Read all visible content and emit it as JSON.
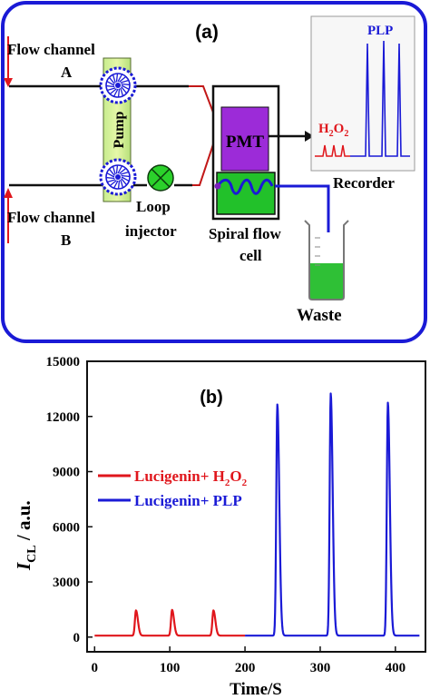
{
  "panel_a": {
    "label": "(a)",
    "flow_channel_a": {
      "line1": "Flow channel",
      "line2": "A"
    },
    "flow_channel_b": {
      "line1": "Flow channel",
      "line2": "B"
    },
    "pump": "Pump",
    "loop_injector": {
      "line1": "Loop",
      "line2": "injector"
    },
    "pmt": "PMT",
    "spiral_flow_cell": {
      "line1": "Spiral flow",
      "line2": "cell"
    },
    "waste": "Waste",
    "recorder": "Recorder",
    "recorder_plp": "PLP",
    "recorder_h2o2": {
      "h": "H",
      "sub1": "2",
      "o": "O",
      "sub2": "2"
    },
    "colors": {
      "frame": "#1a1ad6",
      "h2o2": "#e0161c",
      "plp": "#1a1ad6",
      "pmt": "#9c2bd8",
      "cell": "#22c12a",
      "injector": "#2bd12b"
    }
  },
  "panel_b": {
    "label": "(b)",
    "legend": {
      "h2o2_prefix": "Lucigenin+ H",
      "h2o2_sub1": "2",
      "h2o2_mid": "O",
      "h2o2_sub2": "2",
      "plp": "Lucigenin+ PLP"
    },
    "y_label_main": "I",
    "y_label_sub": "CL",
    "y_label_unit": " / a.u.",
    "x_label": "Time/S",
    "x_ticks": [
      "0",
      "100",
      "200",
      "300",
      "400"
    ],
    "y_ticks": [
      "0",
      "3000",
      "6000",
      "9000",
      "12000",
      "15000"
    ]
  },
  "chart_data": {
    "type": "line",
    "xlabel": "Time/S",
    "ylabel": "I_CL / a.u.",
    "xlim": [
      -10,
      440
    ],
    "ylim": [
      -800,
      15000
    ],
    "x_ticks": [
      0,
      100,
      200,
      300,
      400
    ],
    "y_ticks": [
      0,
      3000,
      6000,
      9000,
      12000,
      15000
    ],
    "legend_position": "left-middle",
    "series": [
      {
        "name": "Lucigenin+ H2O2",
        "color": "#e0161c",
        "range": [
          0,
          200
        ],
        "baseline": 80,
        "peaks": [
          {
            "x": 55,
            "y": 1450
          },
          {
            "x": 103,
            "y": 1480
          },
          {
            "x": 158,
            "y": 1450
          }
        ]
      },
      {
        "name": "Lucigenin+ PLP",
        "color": "#1a1ad6",
        "range": [
          200,
          432
        ],
        "baseline": 80,
        "peaks": [
          {
            "x": 243,
            "y": 12650
          },
          {
            "x": 314,
            "y": 13250
          },
          {
            "x": 390,
            "y": 12750
          }
        ]
      }
    ]
  }
}
